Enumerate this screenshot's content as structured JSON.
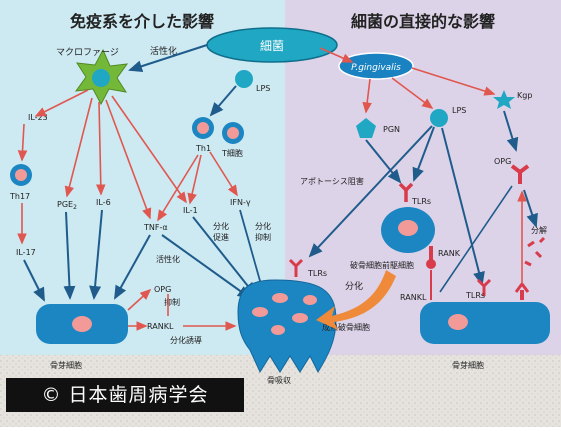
{
  "left_panel": {
    "title": "免疫系を介した影響",
    "bg_color": "#cde9f2",
    "macrophage": "マクロファージ",
    "activation": "活性化",
    "il23": "IL-23",
    "th17": "Th17",
    "il17": "IL-17",
    "pge2_main": "PGE",
    "pge2_sub": "2",
    "il6": "IL-6",
    "th1": "Th1",
    "tcell": "T細胞",
    "tnf": "TNF-α",
    "il1": "IL-1",
    "ifn": "IFN-γ",
    "diff_promote_1": "分化",
    "diff_promote_2": "促進",
    "diff_inhibit_1": "分化",
    "diff_inhibit_2": "抑制",
    "activation2": "活性化",
    "opg": "OPG",
    "inhibit": "抑制",
    "rankl": "RANKL",
    "diff_induce": "分化誘導",
    "osteoblast": "骨芽細胞"
  },
  "right_panel": {
    "title": "細菌の直接的な影響",
    "bg_color": "#ddd3e8",
    "pging": "P.gingivalis",
    "pgn": "PGN",
    "lps": "LPS",
    "kgp": "Kgp",
    "opg": "OPG",
    "degrade": "分解",
    "apoptosis": "アポトーシス阻害",
    "tlrs_upper": "TLRs",
    "rank": "RANK",
    "precursor": "破骨細胞前駆細胞",
    "differentiation": "分化",
    "mature_oc": "成熟破骨細胞",
    "rankl": "RANKL",
    "tlrs_lower": "TLRs",
    "osteoblast": "骨芽細胞"
  },
  "center": {
    "bacteria": "細菌",
    "lps": "LPS",
    "tlrs": "TLRs",
    "bone_resorption": "骨吸収"
  },
  "credit": "© 日本歯周病学会",
  "colors": {
    "red_arrow": "#e0574f",
    "blue_arrow": "#1f5c8c",
    "cell_blue": "#1c86c2",
    "nucleus_pink": "#f29a98",
    "macrophage_green": "#74b83a",
    "teal": "#1fa7c4",
    "orange": "#f08a3b",
    "tlr_red": "#d83c4c"
  }
}
